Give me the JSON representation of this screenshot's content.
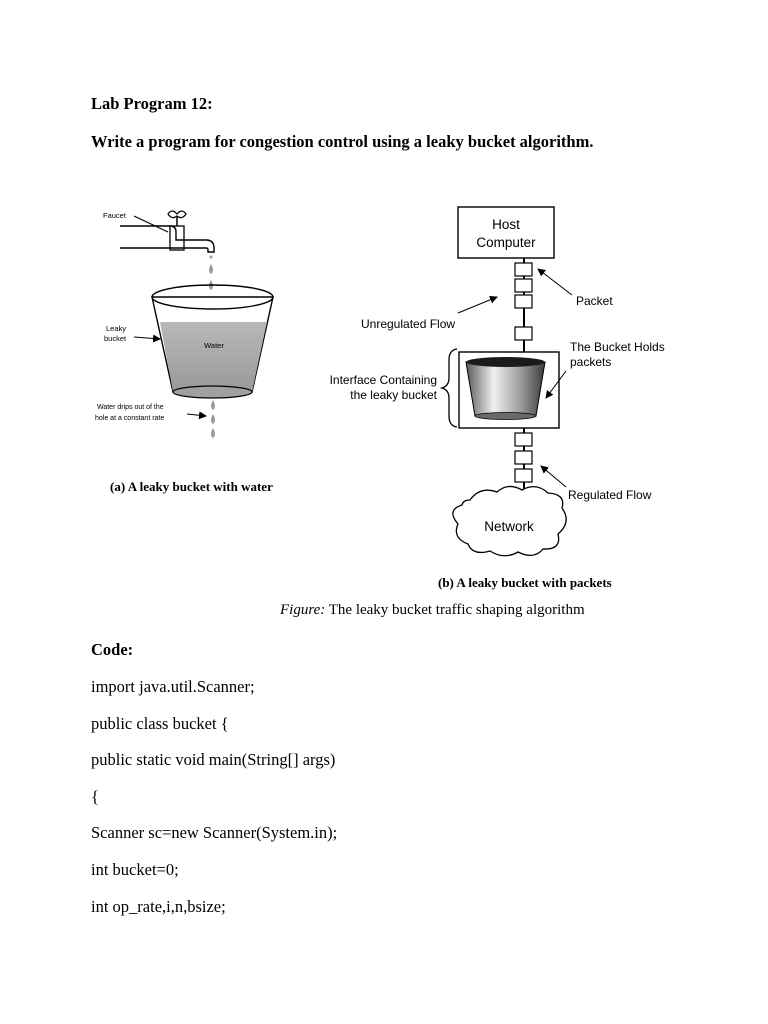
{
  "lab_title": "Lab Program 12:",
  "task": "Write a program for congestion control using a leaky bucket algorithm.",
  "figure_a": {
    "faucet_label": "Faucet",
    "leaky_bucket_label_1": "Leaky",
    "leaky_bucket_label_2": "bucket",
    "water_label": "Water",
    "drip_label_1": "Water drips out of the",
    "drip_label_2": "hole at a constant rate",
    "caption": "(a) A leaky bucket with water"
  },
  "figure_b": {
    "host_label_1": "Host",
    "host_label_2": "Computer",
    "packet_label": "Packet",
    "unregulated_label": "Unregulated Flow",
    "bucket_holds_1": "The Bucket Holds",
    "bucket_holds_2": "packets",
    "interface_label_1": "Interface Containing",
    "interface_label_2": "the leaky bucket",
    "regulated_label": "Regulated Flow",
    "network_label": "Network",
    "caption": "(b) A leaky bucket with packets"
  },
  "figure_caption": {
    "prefix": "Figure:",
    "text": " The leaky bucket traffic shaping algorithm"
  },
  "code_heading": "Code:",
  "code_lines": [
    "import java.util.Scanner;",
    "public class bucket {",
    "public static void main(String[] args)",
    "{",
    "Scanner sc=new Scanner(System.in);",
    "int bucket=0;",
    "int op_rate,i,n,bsize;"
  ]
}
